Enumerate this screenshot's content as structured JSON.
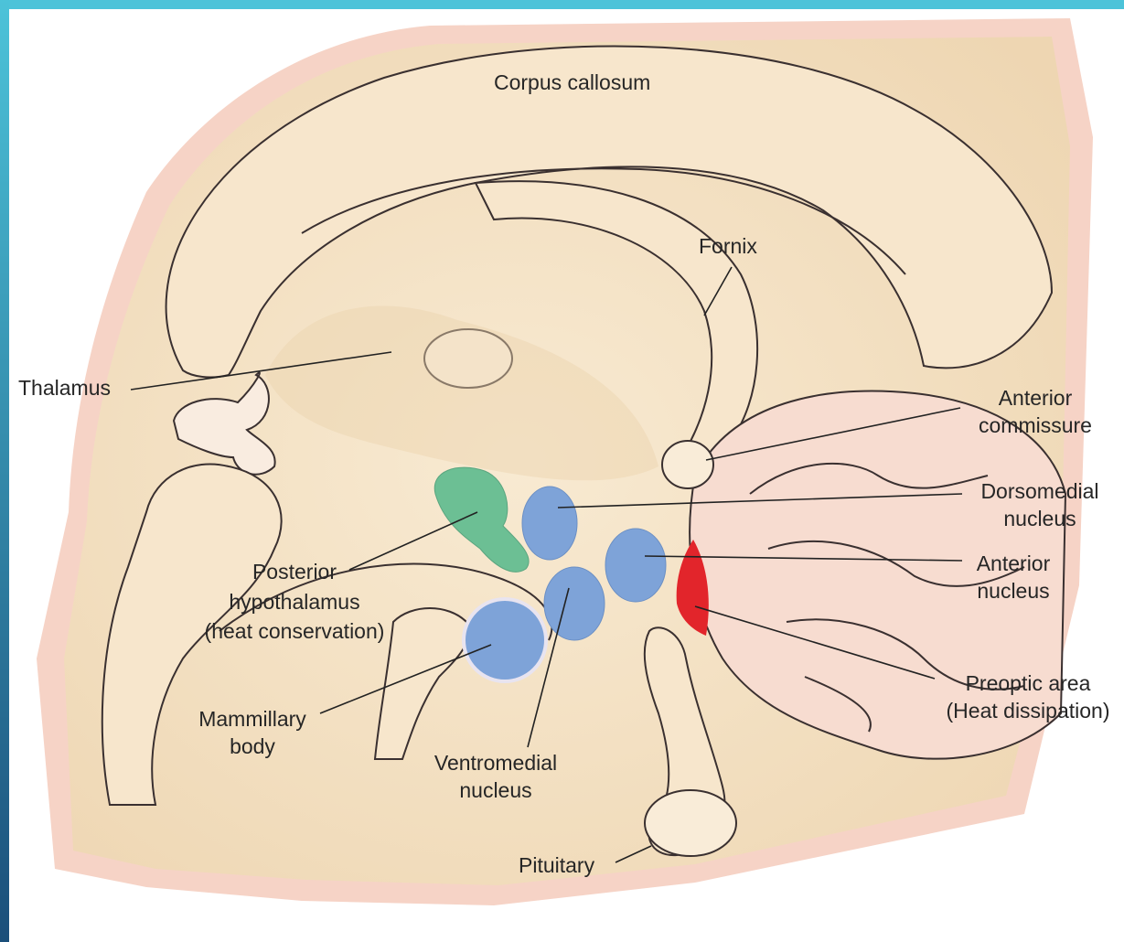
{
  "colors": {
    "frame_top": "#4cc3d9",
    "frame_left_top": "#4cc3d9",
    "frame_left_bottom": "#1b4f7a",
    "tissue": "#f5e4c8",
    "tissue_shade": "#ead2ad",
    "pink_rim": "#f6d3c6",
    "outline": "#3a3030",
    "posterior_hypothalamus": "#6cbf94",
    "nuclei": "#7ea3d8",
    "preoptic_area": "#e2252b"
  },
  "labels": {
    "corpus_callosum": "Corpus callosum",
    "fornix": "Fornix",
    "thalamus": "Thalamus",
    "anterior_commissure": [
      "Anterior",
      "commissure"
    ],
    "dorsomedial_nucleus": [
      "Dorsomedial",
      "nucleus"
    ],
    "anterior_nucleus": [
      "Anterior",
      "nucleus"
    ],
    "preoptic_area": [
      "Preoptic area",
      "(Heat dissipation)"
    ],
    "posterior_hypothalamus": [
      "Posterior",
      "hypothalamus",
      "(heat conservation)"
    ],
    "mammillary_body": [
      "Mammillary",
      "body"
    ],
    "ventromedial_nucleus": [
      "Ventromedial",
      "nucleus"
    ],
    "pituitary": "Pituitary"
  }
}
